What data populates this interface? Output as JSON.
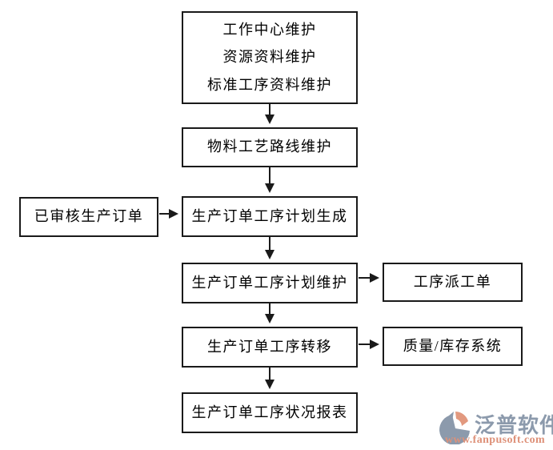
{
  "diagram": {
    "nodes": [
      {
        "id": "master-data",
        "lines": [
          "工作中心维护",
          "资源资料维护",
          "标准工序资料维护"
        ]
      },
      {
        "id": "routing",
        "label": "物料工艺路线维护"
      },
      {
        "id": "approved-order",
        "label": "已审核生产订单"
      },
      {
        "id": "plan-generate",
        "label": "生产订单工序计划生成"
      },
      {
        "id": "plan-maintain",
        "label": "生产订单工序计划维护"
      },
      {
        "id": "dispatch-order",
        "label": "工序派工单"
      },
      {
        "id": "process-transfer",
        "label": "生产订单工序转移"
      },
      {
        "id": "quality-inventory",
        "label": "质量/库存系统"
      },
      {
        "id": "status-report",
        "label": "生产订单工序状况报表"
      }
    ],
    "edges": [
      {
        "from": "master-data",
        "to": "routing"
      },
      {
        "from": "routing",
        "to": "plan-generate"
      },
      {
        "from": "approved-order",
        "to": "plan-generate"
      },
      {
        "from": "plan-generate",
        "to": "plan-maintain"
      },
      {
        "from": "plan-maintain",
        "to": "dispatch-order"
      },
      {
        "from": "plan-maintain",
        "to": "process-transfer"
      },
      {
        "from": "process-transfer",
        "to": "quality-inventory"
      },
      {
        "from": "process-transfer",
        "to": "status-report"
      }
    ]
  },
  "logo": {
    "brand": "泛普软件",
    "url": "www.fanpusoft.com"
  },
  "colors": {
    "box_border": "#1a1a1a",
    "text": "#000000",
    "logo_gray_blue": "#8c9aac",
    "logo_orange": "#e2997f",
    "logo_url_orange": "#de9179",
    "background": "#ffffff"
  }
}
